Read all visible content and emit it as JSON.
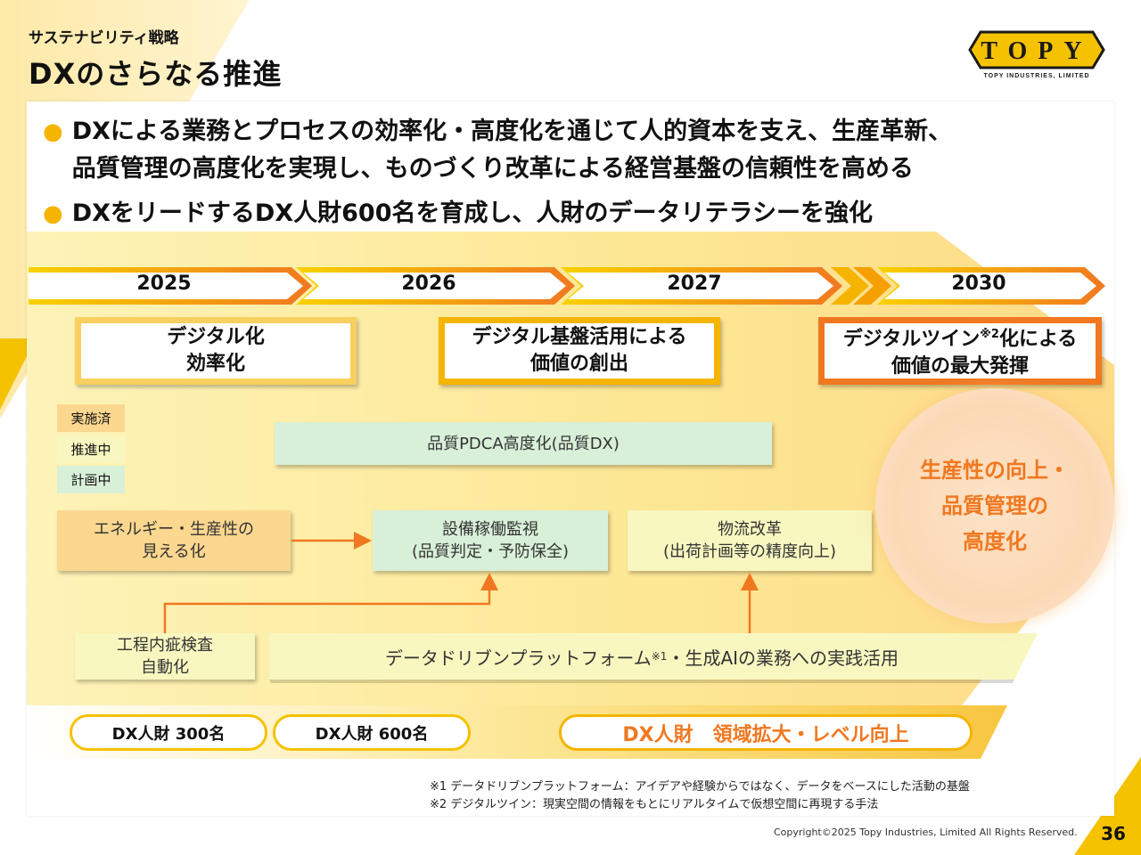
{
  "header": {
    "breadcrumb": "サステナビリティ戦略",
    "title": "DXのさらなる推進",
    "logo_text": "TOPY",
    "logo_subtext": "TOPY INDUSTRIES, LIMITED"
  },
  "bullets": [
    {
      "lines": [
        "DXによる業務とプロセスの効率化・高度化を通じて人的資本を支え、生産革新、",
        "品質管理の高度化を実現し、ものづくり改革による経営基盤の信頼性を高める"
      ]
    },
    {
      "lines": [
        "DXをリードするDX人財600名を育成し、人財のデータリテラシーを強化"
      ]
    }
  ],
  "timeline": {
    "years": [
      "2025",
      "2026",
      "2027",
      "2030"
    ]
  },
  "phases": [
    {
      "line1": "デジタル化",
      "line2": "効率化"
    },
    {
      "line1": "デジタル基盤活用による",
      "line2": "価値の創出"
    },
    {
      "line1a": "デジタルツイン",
      "sup": "※2",
      "line1b": "化による",
      "line2": "価値の最大発揮"
    }
  ],
  "legend": [
    "実施済",
    "推進中",
    "計画中"
  ],
  "boxes": {
    "quality_pdca": "品質PDCA高度化(品質DX)",
    "energy": {
      "line1": "エネルギー・生産性の",
      "line2": "見える化"
    },
    "equipment": {
      "line1": "設備稼働監視",
      "line2": "(品質判定・予防保全)"
    },
    "logistics": {
      "line1": "物流改革",
      "line2": "(出荷計画等の精度向上)"
    },
    "inspection": {
      "line1": "工程内疵検査",
      "line2": "自動化"
    },
    "platform": {
      "text_a": "データドリブンプラットフォーム",
      "sup": "※1",
      "text_b": "・生成AIの業務への実践活用"
    }
  },
  "goal": {
    "lines": [
      "生産性の向上・",
      "品質管理の",
      "高度化"
    ]
  },
  "talent": [
    "DX人財 300名",
    "DX人財 600名",
    "DX人財　領域拡大・レベル向上"
  ],
  "footnotes": [
    "※1 データドリブンプラットフォーム：アイデアや経験からではなく、データをベースにした活動の基盤",
    "※2 デジタルツイン：現実空間の情報をもとにリアルタイムで仮想空間に再現する手法"
  ],
  "footer": {
    "copyright": "Copyright©2025 Topy Industries, Limited All Rights Reserved.",
    "page_number": "36"
  },
  "colors": {
    "accent_yellow": "#f5c200",
    "accent_orange": "#f07820",
    "done": "#fbd78f",
    "in_progress": "#f8f7c0",
    "planned": "#d9f0d8"
  }
}
